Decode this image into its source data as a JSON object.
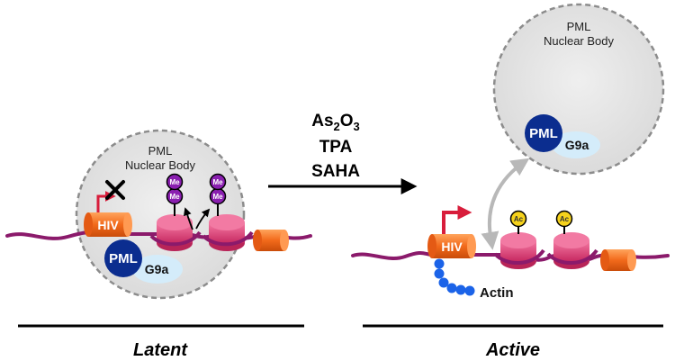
{
  "latent": {
    "nb_line1": "PML",
    "nb_line2": "Nuclear Body",
    "hiv": "HIV",
    "pml": "PML",
    "g9a": "G9a",
    "methyl_mark": "Me",
    "state_label": "Latent"
  },
  "active": {
    "nb_line1": "PML",
    "nb_line2": "Nuclear Body",
    "hiv": "HIV",
    "pml": "PML",
    "g9a": "G9a",
    "acetyl_mark": "Ac",
    "actin": "Actin",
    "state_label": "Active"
  },
  "treatments": {
    "arsenic_base": "As",
    "arsenic_sub2": "2",
    "arsenic_O": "O",
    "arsenic_sub3": "3",
    "tpa": "TPA",
    "saha": "SAHA"
  },
  "colors": {
    "dna": "#8b1a6b",
    "hiv_orange": "#f26a1b",
    "pml_navy": "#0b2d8f",
    "g9a_halo": "#d4ecfa",
    "nucleosome": "#e8407a",
    "methyl_purple": "#8a1fb0",
    "acetyl_yellow": "#f5d21c",
    "actin_blue": "#1b63e8",
    "arrow_red": "#d81d3b",
    "nb_grey": "#e6e6e6"
  }
}
